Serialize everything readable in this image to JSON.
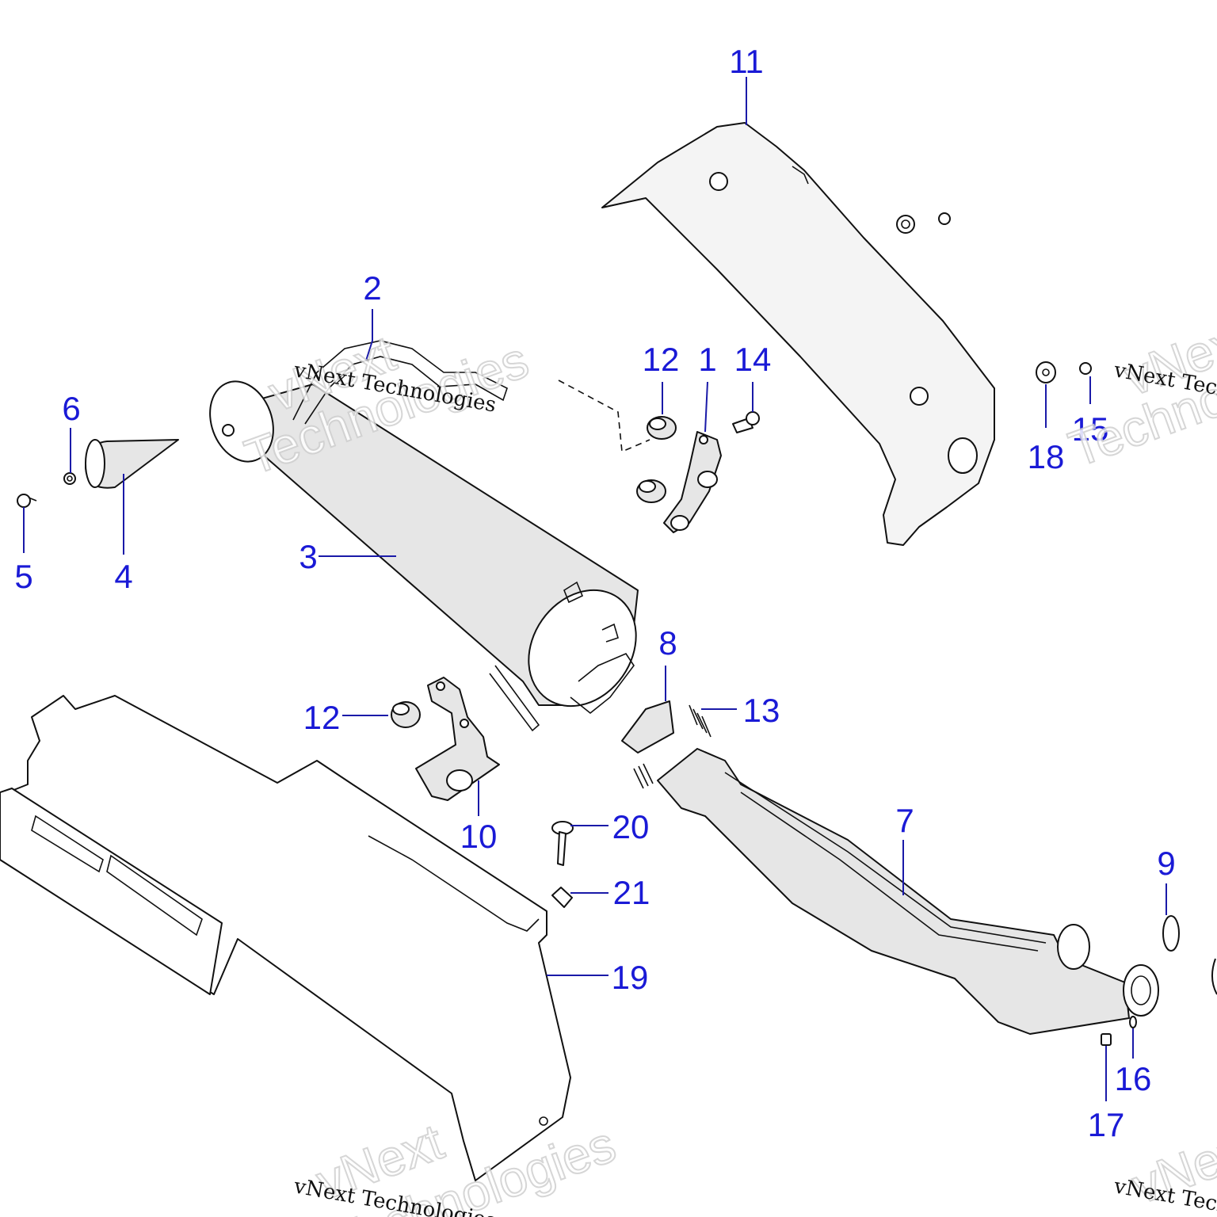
{
  "callouts": [
    "1",
    "2",
    "3",
    "4",
    "5",
    "6",
    "7",
    "8",
    "9",
    "10",
    "11",
    "12",
    "12",
    "13",
    "14",
    "15",
    "16",
    "17",
    "18",
    "19",
    "20",
    "21"
  ],
  "watermark": {
    "small": "vNext Technologies",
    "big_line1": "vNext",
    "big_line2": "Technologies"
  },
  "colors": {
    "callout": "#1a1ad6",
    "part_fill": "#e6e6e6",
    "outline": "#111111"
  }
}
